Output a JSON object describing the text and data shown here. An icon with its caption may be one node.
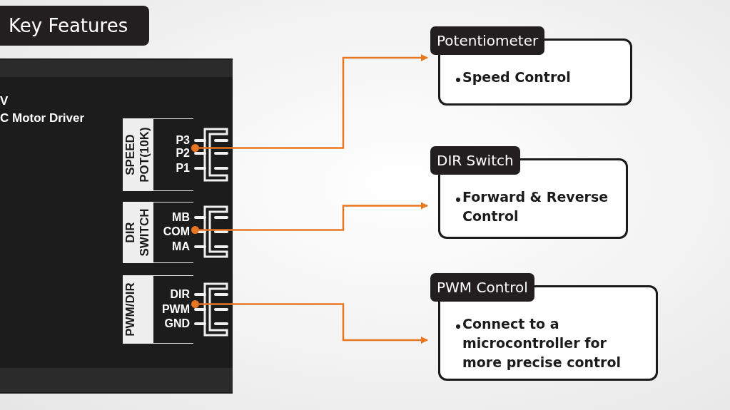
{
  "diagram": {
    "title": "Key Features",
    "nodes": [
      {
        "text": [],
        "shape": "circle"
      },
      {
        "text": [],
        "shape": "circle"
      },
      {
        "text": [],
        "shape": "circle"
      },
      {
        "text": [
          "Potentiometer",
          "Speed Control"
        ]
      },
      {
        "text": [
          "DIR Switch",
          "Forward & Reverse Control"
        ]
      },
      {
        "text": [
          "PWM Control",
          "Connect to a microcontroller for more precise control"
        ]
      }
    ],
    "edges": [
      {
        "from": 0,
        "to": 3,
        "arrow": "to"
      },
      {
        "from": 1,
        "to": 4,
        "arrow": "to"
      },
      {
        "from": 2,
        "to": 5,
        "arrow": "to"
      }
    ],
    "labels": [
      "V",
      "C Motor Driver",
      "SPEED POT(10K)",
      "P3",
      "P2",
      "P1",
      "DIR SWITCH",
      "MB",
      "COM",
      "MA",
      "PWM/DIR",
      "DIR",
      "PWM",
      "GND"
    ]
  }
}
